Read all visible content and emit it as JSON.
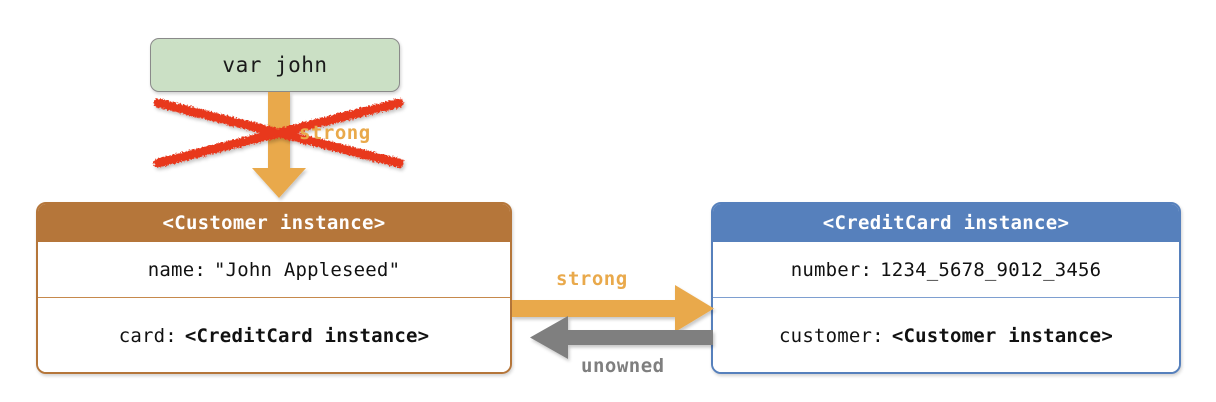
{
  "diagram": {
    "title": "ARC strong and unowned reference cycle resolution",
    "colors": {
      "variable_box_fill": "#cbe0c5",
      "variable_box_border": "#8a8a8a",
      "customer_header": "#b5763a",
      "creditcard_header": "#5680bc",
      "strong_arrow": "#e9a94b",
      "unowned_arrow": "#7f7f7f",
      "strikethrough_red": "#e8381e",
      "text": "#111111"
    }
  },
  "variable_box": {
    "label": "var john"
  },
  "customer_instance": {
    "header": "<Customer instance>",
    "rows": [
      {
        "key": "name:",
        "value": "\"John Appleseed\"",
        "bold_value": false
      },
      {
        "key": "card:",
        "value": "<CreditCard instance>",
        "bold_value": true
      }
    ]
  },
  "creditcard_instance": {
    "header": "<CreditCard instance>",
    "rows": [
      {
        "key": "number:",
        "value": "1234_5678_9012_3456",
        "bold_value": false
      },
      {
        "key": "customer:",
        "value": "<Customer instance>",
        "bold_value": true
      }
    ]
  },
  "arrows": {
    "var_to_customer": {
      "label": "strong",
      "direction": "down",
      "color": "#e9a94b",
      "struck_out": true,
      "strikeout_color": "#e8381e"
    },
    "customer_to_creditcard": {
      "label": "strong",
      "direction": "right",
      "color": "#e9a94b",
      "struck_out": false
    },
    "creditcard_to_customer": {
      "label": "unowned",
      "direction": "left",
      "color": "#7f7f7f",
      "struck_out": false
    }
  }
}
